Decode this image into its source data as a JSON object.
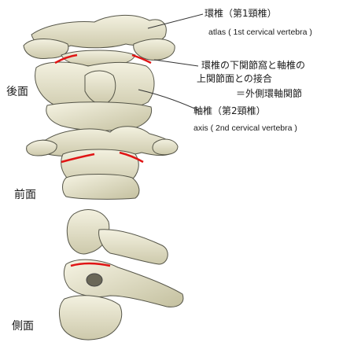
{
  "labels": {
    "atlas_jp": "環椎（第1頸椎）",
    "atlas_en": "atlas ( 1st cervical vertebra )",
    "joint_jp_line1": "環椎の下関節窩と軸椎の",
    "joint_jp_line2": "上関節面との接合",
    "joint_jp_line3": "＝外側環軸関節",
    "axis_jp": "軸椎（第2頸椎）",
    "axis_en": "axis ( 2nd cervical vertebra )"
  },
  "views": {
    "posterior": "後面",
    "anterior": "前面",
    "lateral": "側面"
  },
  "colors": {
    "bone_fill": "#e9e6cf",
    "bone_shade": "#c9c5a6",
    "outline": "#555548",
    "joint_line": "#e01515",
    "leader_line": "#333333"
  }
}
